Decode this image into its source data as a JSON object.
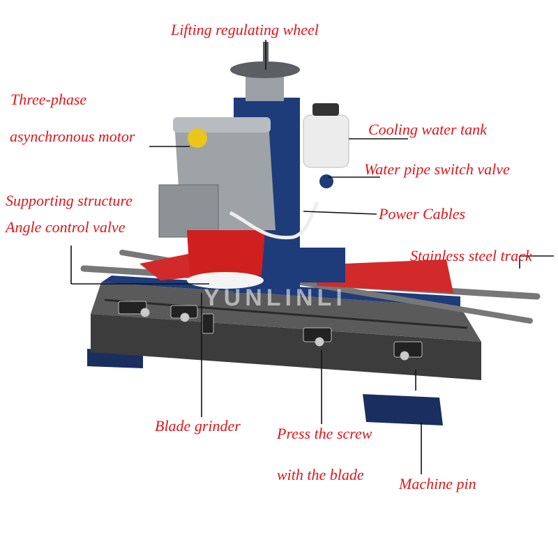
{
  "colors": {
    "label": "#e0151b",
    "leader": "#111111",
    "machine_blue": "#1e3c7a",
    "bed_grey": "#4a4a4a",
    "motor_grey": "#9ea3a8",
    "guard_red": "#d01f1f"
  },
  "watermark": "YUNLINLI",
  "labels": {
    "lifting_regulating_wheel": "Lifting regulating wheel",
    "three_phase": "Three-phase",
    "asynchronous_motor": "asynchronous motor",
    "cooling_water_tank": "Cooling water tank",
    "water_pipe_switch_valve": "Water pipe switch valve",
    "supporting_structure": "Supporting structure",
    "angle_control_valve": "Angle control valve",
    "power_cables": "Power Cables",
    "stainless_steel_track": "Stainless steel track",
    "blade_grinder": "Blade grinder",
    "press_the_screw": "Press the screw",
    "with_the_blade": "with the blade",
    "machine_pin": "Machine pin"
  }
}
